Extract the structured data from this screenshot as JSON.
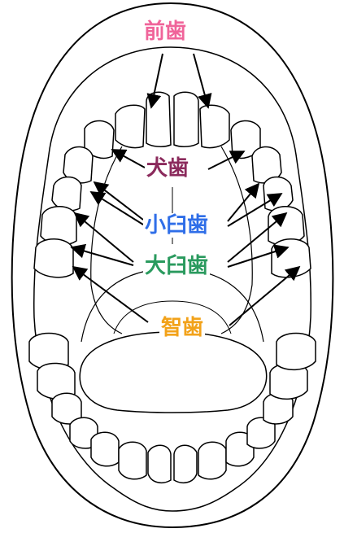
{
  "labels": {
    "incisors": {
      "text": "前歯",
      "color": "#f0649a"
    },
    "canines": {
      "text": "犬歯",
      "color": "#8b2a5c"
    },
    "premolars": {
      "text": "小臼歯",
      "color": "#2f6ee8"
    },
    "molars": {
      "text": "大臼歯",
      "color": "#2a9a5e"
    },
    "wisdom": {
      "text": "智歯",
      "color": "#f2a21a"
    }
  },
  "line_color": "#000000"
}
